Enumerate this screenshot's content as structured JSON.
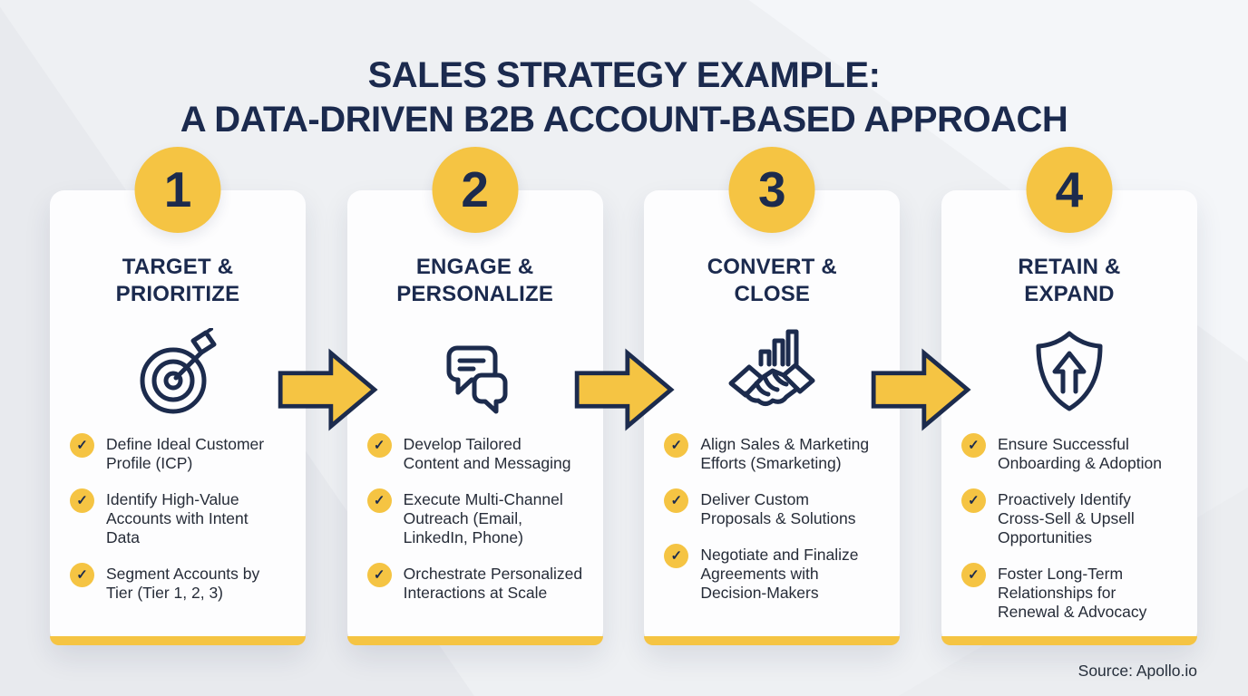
{
  "title": {
    "line1": "SALES STRATEGY EXAMPLE:",
    "line2": "A DATA-DRIVEN B2B ACCOUNT-BASED APPROACH"
  },
  "source": "Source: Apollo.io",
  "check_icon": "✓",
  "colors": {
    "accent_yellow": "#F5C443",
    "navy": "#1C2B4D",
    "background": "#EEF0F3",
    "card_background": "#FDFDFE"
  },
  "steps": [
    {
      "number": "1",
      "title": "TARGET &\nPRIORITIZE",
      "icon": "target-icon",
      "items": [
        "Define Ideal Customer\nProfile (ICP)",
        "Identify High-Value\nAccounts with Intent\nData",
        "Segment Accounts by\nTier (Tier 1, 2, 3)"
      ]
    },
    {
      "number": "2",
      "title": "ENGAGE &\nPERSONALIZE",
      "icon": "chat-bubbles-icon",
      "items": [
        "Develop Tailored\nContent and Messaging",
        "Execute Multi-Channel\nOutreach (Email,\nLinkedIn, Phone)",
        "Orchestrate Personalized\nInteractions at Scale"
      ]
    },
    {
      "number": "3",
      "title": "CONVERT &\nCLOSE",
      "icon": "handshake-growth-icon",
      "items": [
        "Align Sales & Marketing\nEfforts (Smarketing)",
        "Deliver Custom\nProposals & Solutions",
        "Negotiate and Finalize\nAgreements with\nDecision-Makers"
      ]
    },
    {
      "number": "4",
      "title": "RETAIN &\nEXPAND",
      "icon": "shield-up-arrow-icon",
      "items": [
        "Ensure Successful\nOnboarding & Adoption",
        "Proactively Identify\nCross-Sell & Upsell\nOpportunities",
        "Foster Long-Term\nRelationships for\nRenewal & Advocacy"
      ]
    }
  ]
}
